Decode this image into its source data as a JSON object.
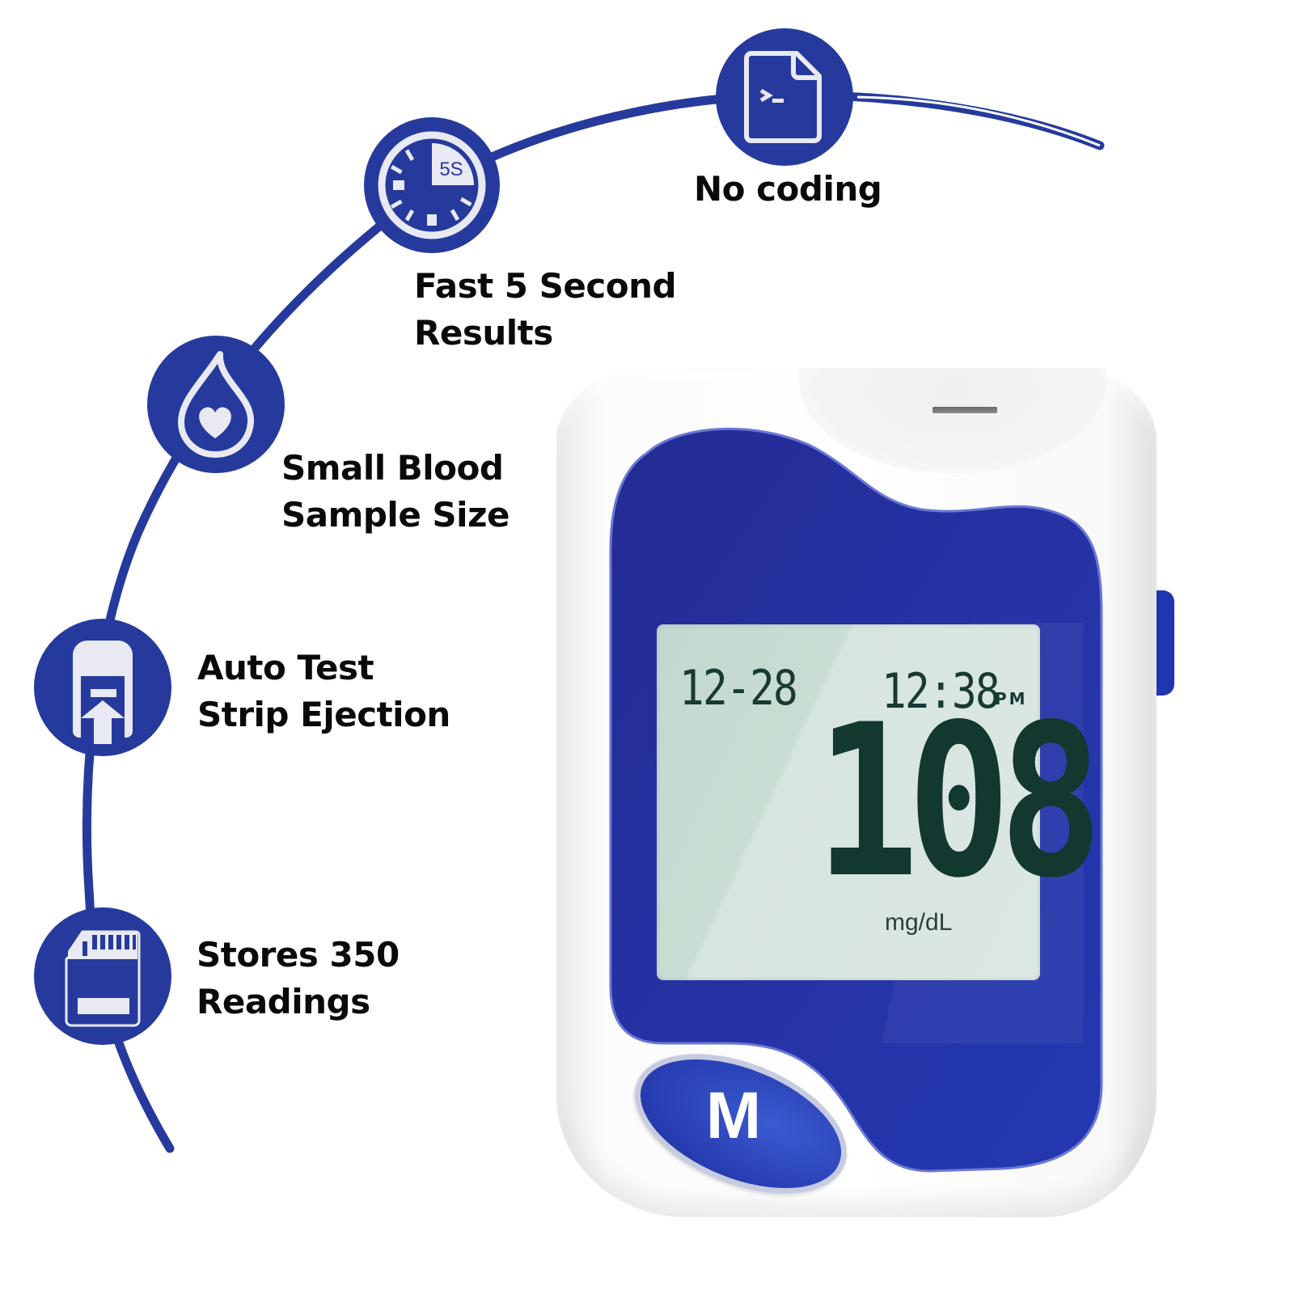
{
  "colors": {
    "brand_blue": "#263a9e",
    "device_face_blue": "#2633a6",
    "icon_fill": "#e8e9f2",
    "lcd_bg": "#cfe0d8",
    "lcd_text": "#173a33",
    "text": "#0a0a0a"
  },
  "features": [
    {
      "icon": "terminal-file-icon",
      "lines": [
        "No coding"
      ]
    },
    {
      "icon": "timer-5s-icon",
      "timer_text": "5S",
      "lines": [
        "Fast 5 Second",
        "Results"
      ]
    },
    {
      "icon": "blood-drop-heart-icon",
      "lines": [
        "Small Blood",
        "Sample Size"
      ]
    },
    {
      "icon": "strip-eject-icon",
      "lines": [
        "Auto Test",
        "Strip Ejection"
      ]
    },
    {
      "icon": "memory-card-icon",
      "lines": [
        "Stores 350",
        "Readings"
      ]
    }
  ],
  "device": {
    "lcd": {
      "date": "12-28",
      "time": "12:38",
      "ampm": "PM",
      "reading": "108",
      "unit": "mg/dL"
    },
    "button_label": "M"
  }
}
